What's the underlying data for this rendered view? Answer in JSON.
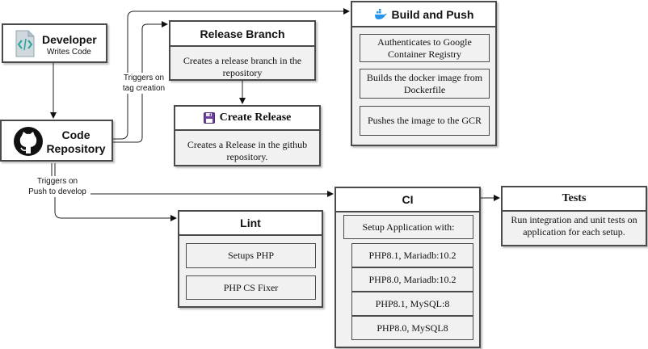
{
  "developer": {
    "title": "Developer",
    "subtitle": "Writes Code"
  },
  "code_repository": {
    "title_line1": "Code",
    "title_line2": "Repository"
  },
  "release_branch": {
    "title": "Release Branch",
    "description": "Creates a release branch in the repository"
  },
  "create_release": {
    "title": "Create Release",
    "description": "Creates a Release in the github repository."
  },
  "build_and_push": {
    "title": "Build and Push",
    "steps": [
      "Authenticates to Google Container Registry",
      "Builds the docker image from Dockerfile",
      "Pushes the image to the GCR"
    ]
  },
  "ci": {
    "title": "CI",
    "setup_label": "Setup Application with:",
    "setups": [
      "PHP8.1, Mariadb:10.2",
      "PHP8.0, Mariadb:10.2",
      "PHP8.1, MySQL:8",
      "PHP8.0, MySQL8"
    ]
  },
  "tests": {
    "title": "Tests",
    "description": "Run integration and unit tests on application for each setup."
  },
  "lint": {
    "title": "Lint",
    "steps": [
      "Setups PHP",
      "PHP CS Fixer"
    ]
  },
  "edge_labels": {
    "tag_line1": "Triggers on",
    "tag_line2": "tag creation",
    "push_line1": "Triggers on",
    "push_line2": "Push to develop"
  },
  "colors": {
    "border": "#4a4a4a",
    "panel_fill": "#f1f1f1",
    "docker_blue": "#2496ed",
    "save_purple": "#6a3fa0"
  },
  "icons": [
    "file-code-icon",
    "github-icon",
    "floppy-disk-icon",
    "docker-whale-icon"
  ]
}
